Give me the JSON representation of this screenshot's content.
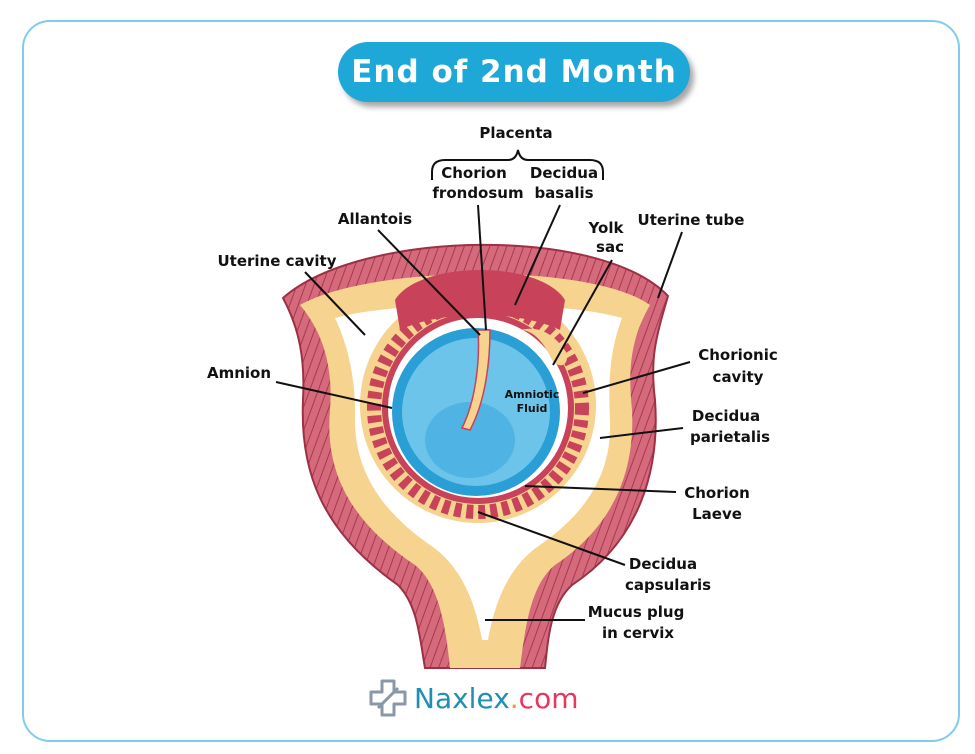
{
  "title": "End of 2nd Month",
  "labels": {
    "placenta": "Placenta",
    "chorion_frondosum": [
      "Chorion",
      "frondosum"
    ],
    "decidua_basalis": [
      "Decidua",
      "basalis"
    ],
    "allantois": "Allantois",
    "yolk_sac": [
      "Yolk",
      "sac"
    ],
    "uterine_tube": "Uterine tube",
    "uterine_cavity": "Uterine cavity",
    "amnion": "Amnion",
    "amniotic_fluid": [
      "Amniotic",
      "Fluid"
    ],
    "chorionic_cavity": [
      "Chorionic",
      "cavity"
    ],
    "decidua_parietalis": [
      "Decidua",
      "parietalis"
    ],
    "chorion_laeve": [
      "Chorion",
      "Laeve"
    ],
    "decidua_capsularis": [
      "Decidua",
      "capsularis"
    ],
    "mucus_plug": [
      "Mucus plug",
      "in cervix"
    ]
  },
  "logo": {
    "name": "Naxlex",
    "dot": ".",
    "tld": "com"
  },
  "colors": {
    "title_bg": "#1ea8d8",
    "muscle": "#c9566a",
    "decidua": "#f6d38e",
    "villi": "#c8435a",
    "amnion": "#2a9fd6",
    "fluid": "#6cc4ea",
    "logo_blue": "#1f8fb3",
    "logo_red": "#e8365d"
  }
}
